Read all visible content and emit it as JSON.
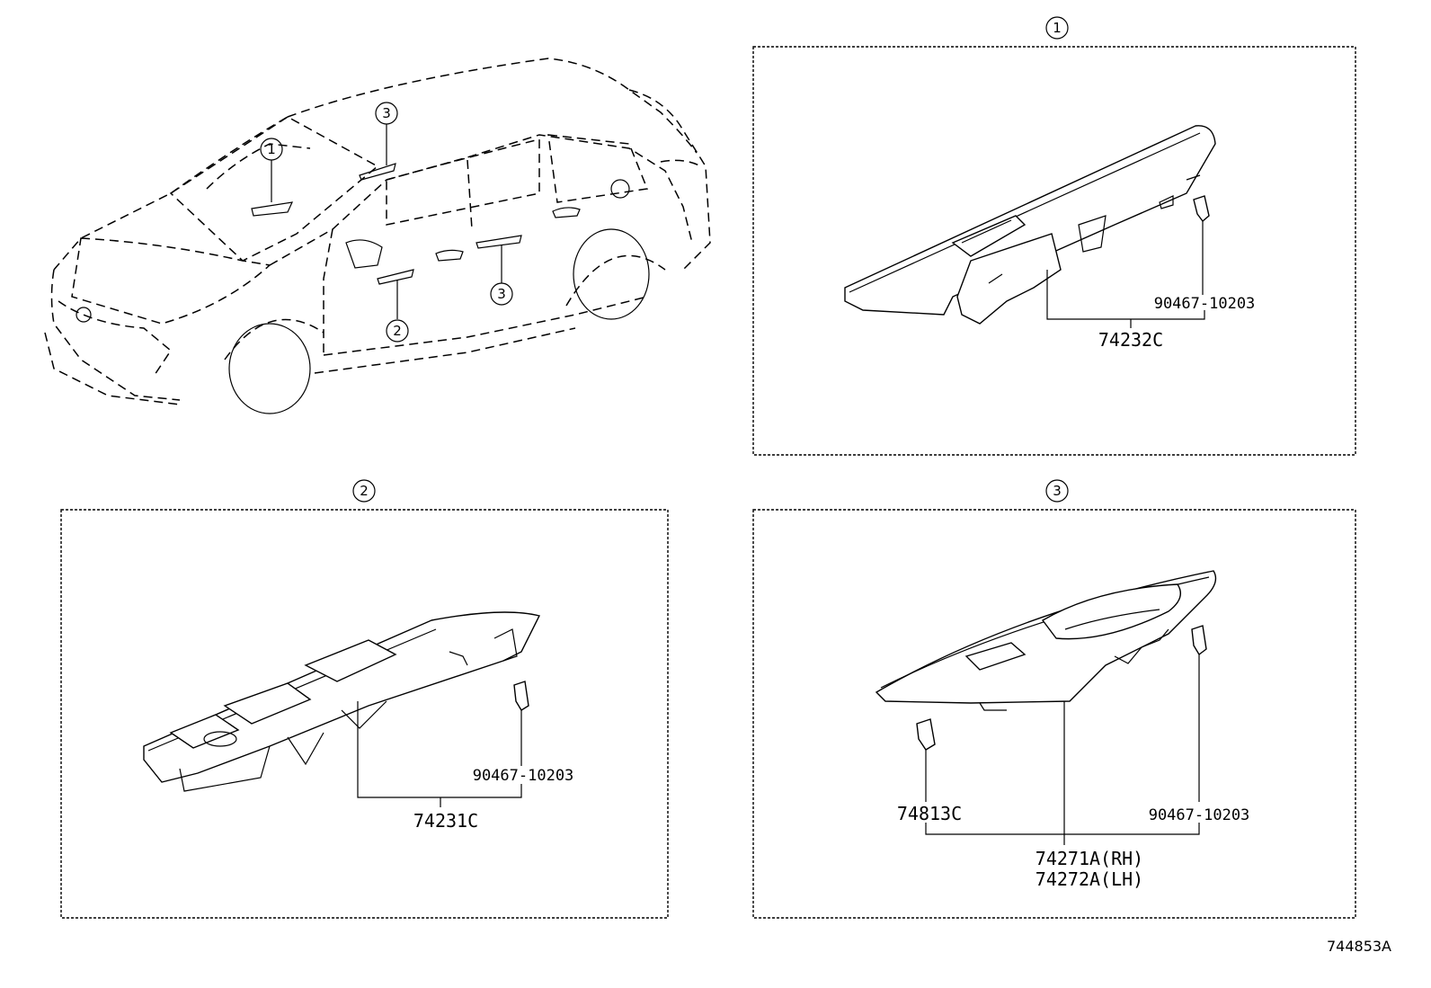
{
  "callouts": {
    "c1": "1",
    "c2": "2",
    "c3": "3"
  },
  "car_view": {
    "callout_1": "1",
    "callout_2": "2",
    "callout_3_roof": "3",
    "callout_3_door": "3"
  },
  "panel_1": {
    "callout": "1",
    "parts": {
      "clip": "90467-10203",
      "panel": "74232C"
    }
  },
  "panel_2": {
    "callout": "2",
    "parts": {
      "clip": "90467-10203",
      "panel": "74231C"
    }
  },
  "panel_3": {
    "callout": "3",
    "parts": {
      "clip_left": "74813C",
      "clip_right": "90467-10203",
      "panel_rh": "74271A(RH)",
      "panel_lh": "74272A(LH)"
    }
  },
  "drawing_ref": "744853A"
}
